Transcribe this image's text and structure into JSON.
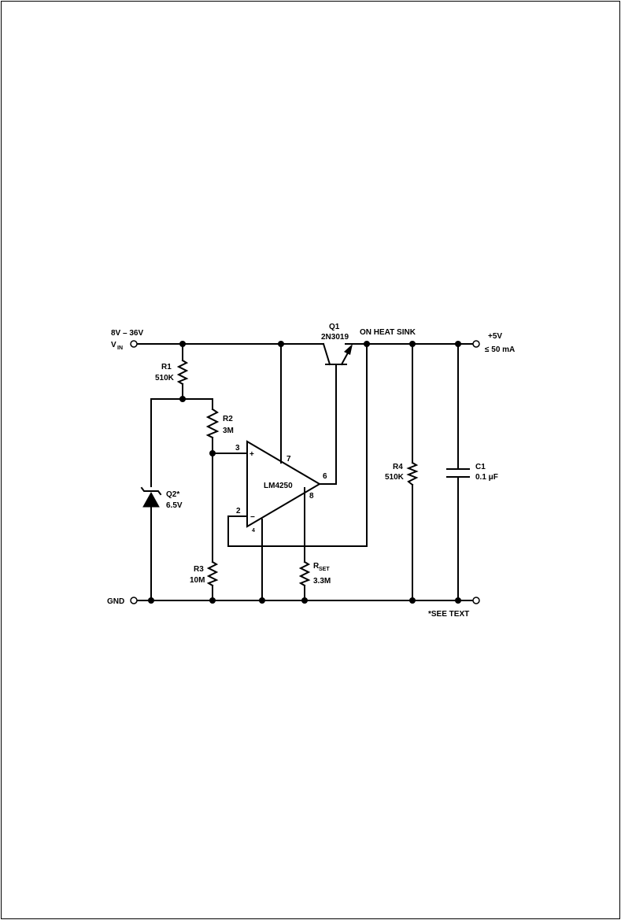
{
  "labels": {
    "vin_range": "8V – 36V",
    "vin_main": "V",
    "vin_sub": "IN",
    "gnd": "GND",
    "out_voltage": "+5V",
    "out_current": "≤ 50 mA",
    "q1_name": "Q1",
    "q1_part": "2N3019",
    "heat_sink": "ON HEAT SINK",
    "r1_name": "R1",
    "r1_value": "510K",
    "r2_name": "R2",
    "r2_value": "3M",
    "r3_name": "R3",
    "r3_value": "10M",
    "r4_name": "R4",
    "r4_value": "510K",
    "rset_main": "R",
    "rset_sub": "SET",
    "rset_value": "3.3M",
    "c1_name": "C1",
    "c1_value": "0.1 μF",
    "q2_name": "Q2*",
    "q2_value": "6.5V",
    "opamp_name": "LM4250",
    "pin3": "3",
    "pin2": "2",
    "pin7": "7",
    "pin6": "6",
    "pin8": "8",
    "pin4": "4",
    "plus_sign": "+",
    "minus_sign": "−",
    "see_text": "*SEE TEXT"
  }
}
